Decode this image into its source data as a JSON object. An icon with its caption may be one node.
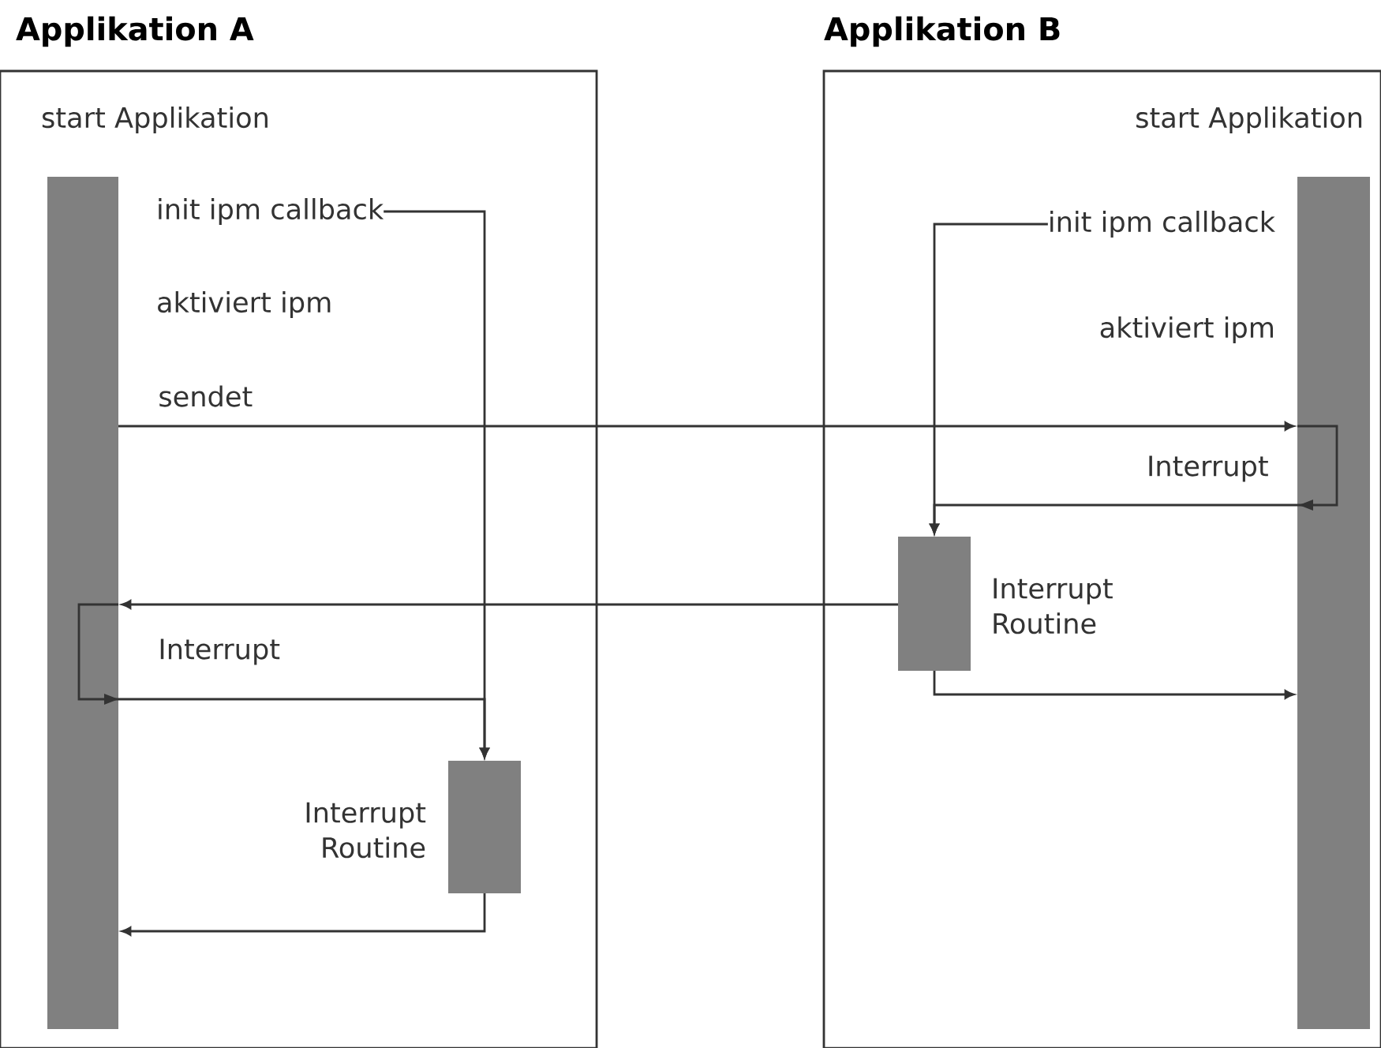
{
  "diagram": {
    "nodes": [
      {
        "text": [
          "Applikation A",
          "start Applikation"
        ]
      },
      {
        "text": [],
        "shape": "bar",
        "in": 0
      },
      {
        "text": [
          "init ipm callback"
        ],
        "in": 0
      },
      {
        "text": [],
        "shape": "bar",
        "in": 0,
        "beside": [
          "Interrupt Routine"
        ]
      },
      {
        "text": [
          "Applikation B",
          "start Applikation"
        ]
      },
      {
        "text": [],
        "shape": "bar",
        "in": 4
      },
      {
        "text": [
          "init ipm callback"
        ],
        "in": 4
      },
      {
        "text": [],
        "shape": "bar",
        "in": 4,
        "beside": [
          "Interrupt Routine"
        ]
      }
    ],
    "edges": [
      {
        "from": 1,
        "to": 5,
        "arrow": "to",
        "label": "sendet"
      },
      {
        "from": 5,
        "to": 7,
        "arrow": "to",
        "label": "Interrupt"
      },
      {
        "from": 6,
        "to": 7,
        "arrow": "to"
      },
      {
        "from": 7,
        "to": 1,
        "arrow": "to"
      },
      {
        "from": 7,
        "to": 5,
        "arrow": "to"
      },
      {
        "from": 1,
        "to": 3,
        "arrow": "to",
        "label": "Interrupt"
      },
      {
        "from": 2,
        "to": 3,
        "arrow": "to"
      },
      {
        "from": 3,
        "to": 1,
        "arrow": "to"
      }
    ],
    "labels": [
      "aktiviert ipm",
      "aktiviert ipm"
    ]
  }
}
